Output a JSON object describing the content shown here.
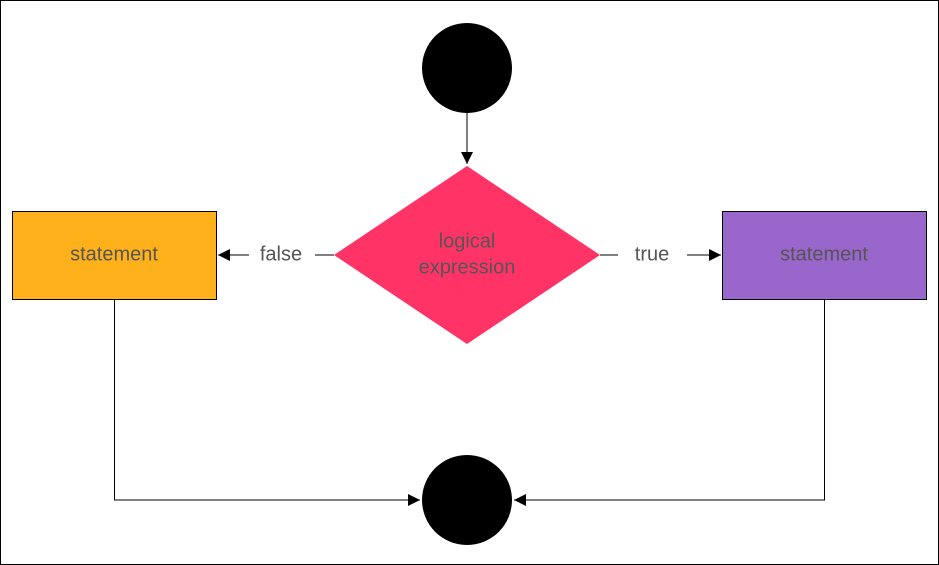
{
  "diagram": {
    "decision": {
      "line1": "logical",
      "line2": "expression",
      "color": "#ff3366"
    },
    "false_branch": {
      "edge_label": "false",
      "statement": "statement",
      "color": "#ffb11b"
    },
    "true_branch": {
      "edge_label": "true",
      "statement": "statement",
      "color": "#9966cc"
    },
    "start_node_color": "#000000",
    "end_node_color": "#000000",
    "line_color": "#000000"
  }
}
